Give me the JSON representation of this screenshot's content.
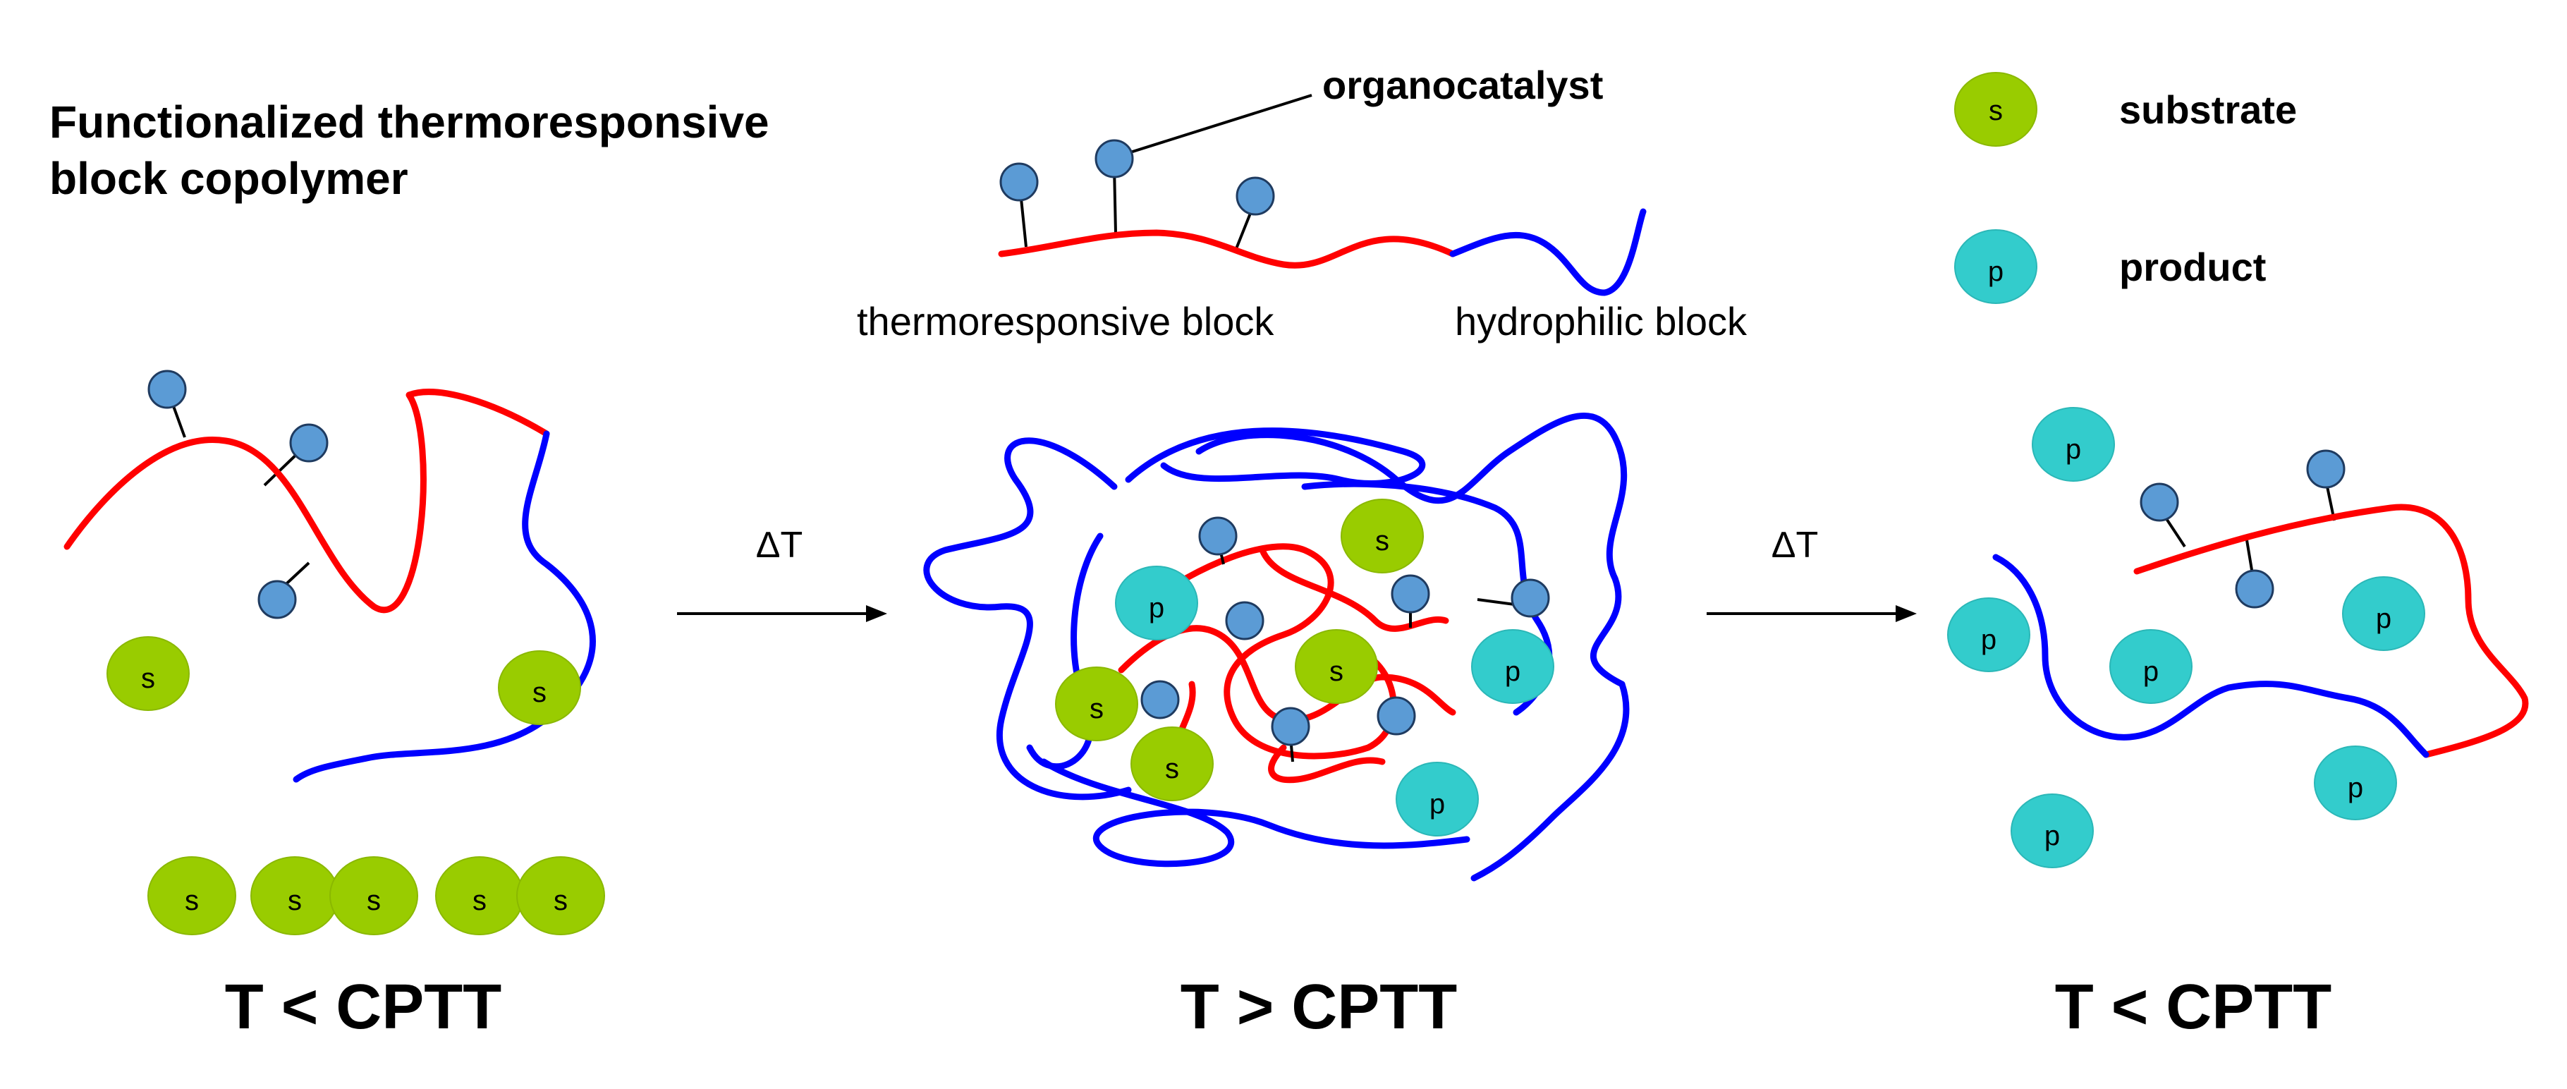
{
  "title_line1": "Functionalized thermoresponsive",
  "title_line2": "block copolymer",
  "legend": {
    "organocatalyst": "organocatalyst",
    "substrate": "substrate",
    "product": "product",
    "substrate_letter": "s",
    "product_letter": "p"
  },
  "polymer": {
    "thermo_block": "thermoresponsive block",
    "hydrophilic_block": "hydrophilic block"
  },
  "arrows": {
    "left": "ΔT",
    "right": "ΔT"
  },
  "states": {
    "left": "T < CPTT",
    "middle": "T > CPTT",
    "right": "T < CPTT"
  },
  "colors": {
    "thermoresponsive_block": "#ff0000",
    "hydrophilic_block": "#0000ff",
    "organocatalyst": "#5b9bd5",
    "substrate": "#99cc00",
    "product": "#33cccc"
  }
}
